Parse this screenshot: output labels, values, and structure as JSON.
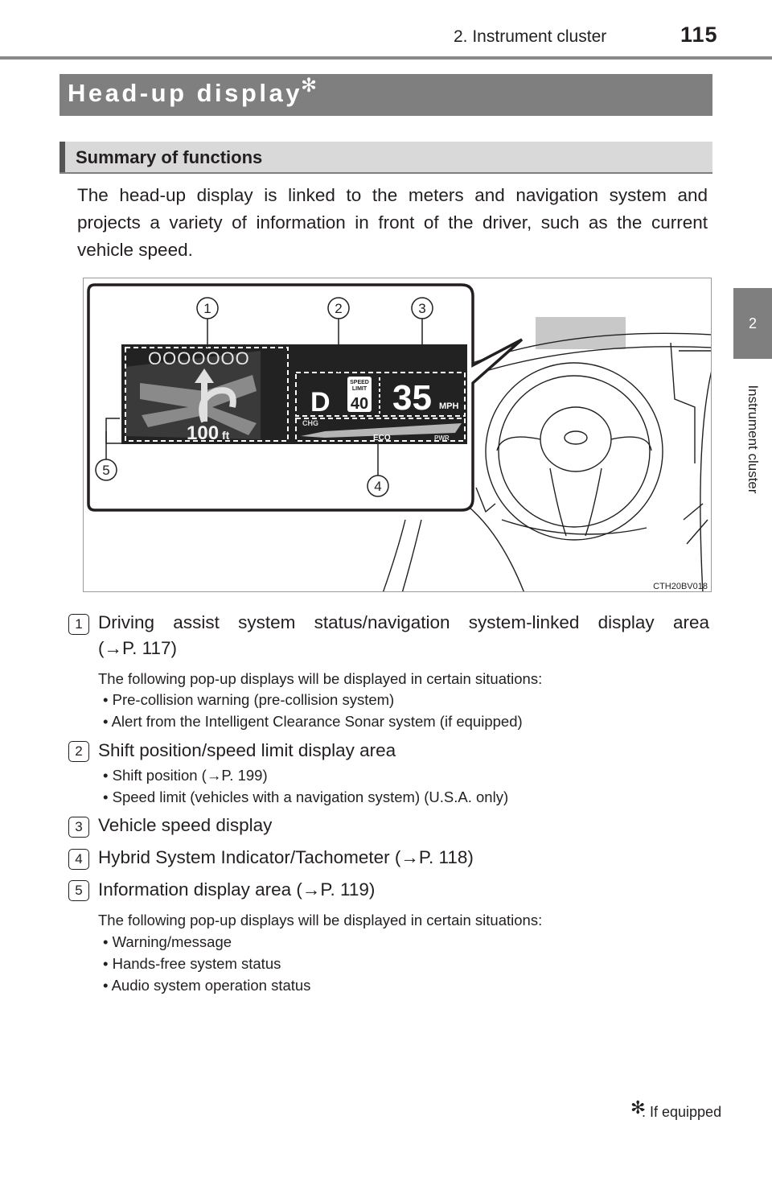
{
  "header": {
    "chapter": "2. Instrument cluster",
    "page_number": "115"
  },
  "side_tab": {
    "number": "2",
    "label": "Instrument cluster"
  },
  "title": {
    "text": "Head-up display",
    "mark": "✻"
  },
  "section": {
    "heading": "Summary of functions"
  },
  "intro": "The head-up display is linked to the meters and navigation system and projects a variety of information in front of the driver, such as the current vehicle speed.",
  "figure": {
    "code": "CTH20BV018",
    "callouts": [
      "1",
      "2",
      "3",
      "4",
      "5"
    ],
    "hud": {
      "nav_dots": "OOOOOOO",
      "distance": "100",
      "distance_unit": "ft",
      "gear": "D",
      "sign_top": "SPEED",
      "sign_mid": "LIMIT",
      "sign_value": "40",
      "speed": "35",
      "speed_unit": "MPH",
      "chg": "CHG",
      "eco": "ECO",
      "pwr": "PWR"
    }
  },
  "items": [
    {
      "num": "1",
      "title_line1": "Driving assist system status/navigation system-linked display area",
      "title_line2": "(→P. 117)",
      "desc": "The following pop-up displays will be displayed in certain situations:",
      "bullets": [
        "• Pre-collision warning (pre-collision system)",
        "• Alert from the Intelligent Clearance Sonar system (if equipped)"
      ]
    },
    {
      "num": "2",
      "title": "Shift position/speed limit display area",
      "bullets": [
        "• Shift position (→P. 199)",
        "• Speed limit (vehicles with a navigation system) (U.S.A. only)"
      ]
    },
    {
      "num": "3",
      "title": "Vehicle speed display"
    },
    {
      "num": "4",
      "title": "Hybrid System Indicator/Tachometer (→P. 118)"
    },
    {
      "num": "5",
      "title": "Information display area (→P. 119)",
      "desc": "The following pop-up displays will be displayed in certain situations:",
      "bullets": [
        "• Warning/message",
        "• Hands-free system status",
        "• Audio system operation status"
      ]
    }
  ],
  "footnote": {
    "mark": "✻",
    "text": ": If equipped"
  }
}
